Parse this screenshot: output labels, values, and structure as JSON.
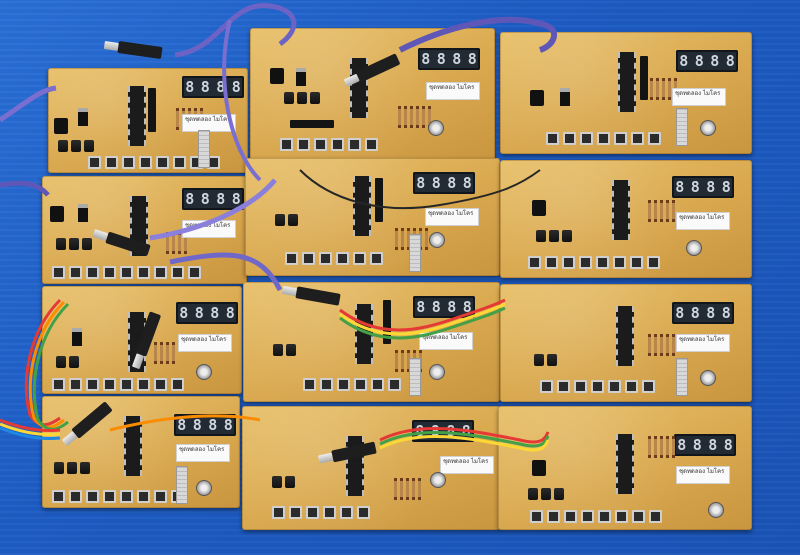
{
  "scene": {
    "description_label": "",
    "display_digits": [
      "8",
      "8",
      "8",
      "8"
    ],
    "labels": [
      "ชุดทดลอง ไมโคร",
      "ชุดทดลอง ไมโคร",
      "ชุดทดลอง ไมโคร",
      "ชุดทดลอง ไมโคร",
      "ชุดทดลอง ไมโคร",
      "ชุดทดลอง ไมโคร",
      "ชุดทดลอง ไมโคร",
      "ชุดทดลอง ไมโคร",
      "ชุดทดลอง ไมโคร",
      "ชุดทดลอง ไมโคร",
      "ชุดทดลอง ไมโคร",
      "ชุดทดลอง ไมโคร"
    ],
    "colors": {
      "background": "#1f63c9",
      "board": "#d9a84e",
      "display": "#222a33",
      "ribbon": [
        "#e53935",
        "#fb8c00",
        "#fdd835",
        "#43a047",
        "#1e88e5",
        "#8e24aa"
      ]
    }
  }
}
